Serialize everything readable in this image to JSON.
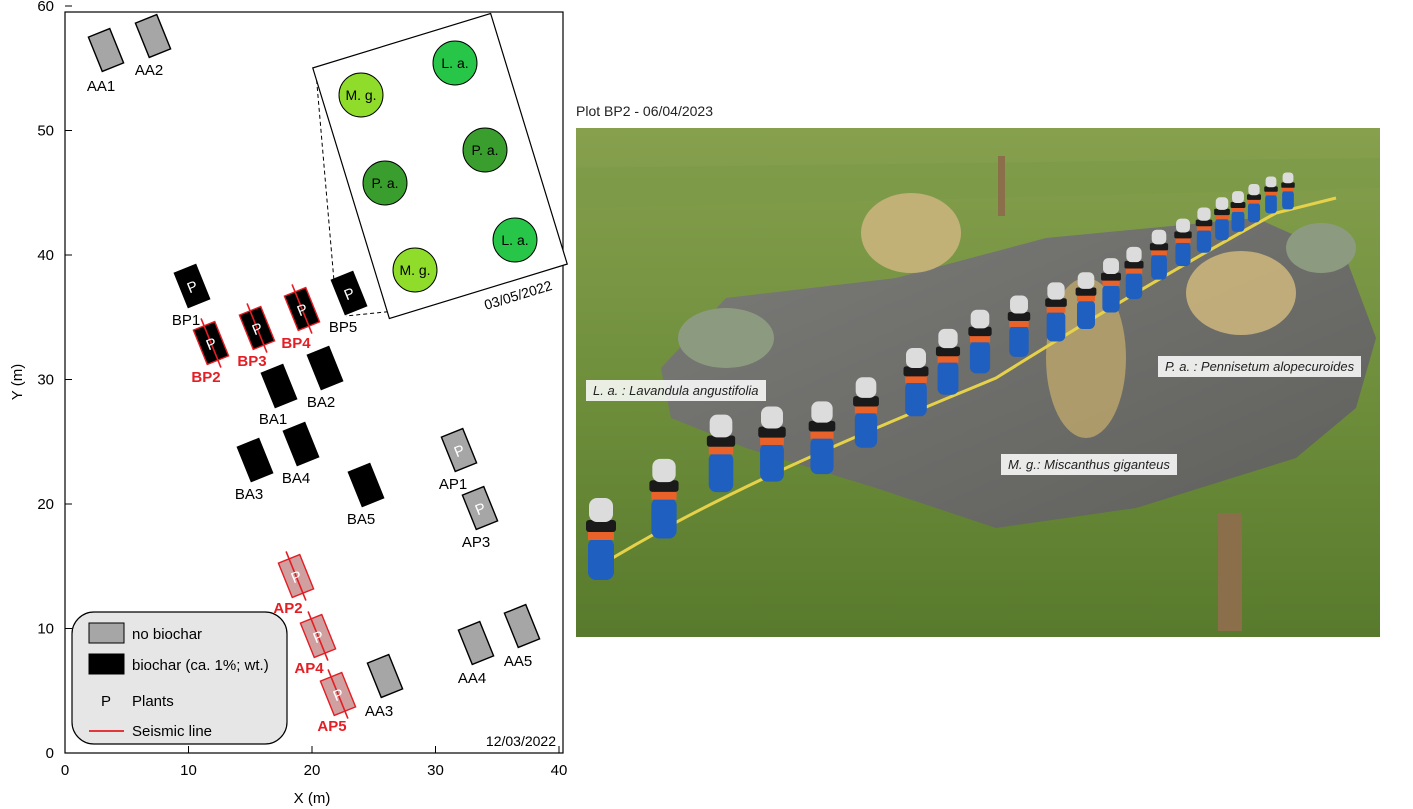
{
  "axes": {
    "x_label": "X (m)",
    "y_label": "Y (m)",
    "x_ticks": [
      "0",
      "10",
      "20",
      "30",
      "40"
    ],
    "y_ticks": [
      "0",
      "10",
      "20",
      "30",
      "40",
      "50",
      "60"
    ]
  },
  "map_date": "12/03/2022",
  "plots": [
    {
      "name": "AA1",
      "type": "no-biochar",
      "plants": false,
      "seismic": false
    },
    {
      "name": "AA2",
      "type": "no-biochar",
      "plants": false,
      "seismic": false
    },
    {
      "name": "BP1",
      "type": "biochar",
      "plants": true,
      "seismic": false
    },
    {
      "name": "BP2",
      "type": "biochar",
      "plants": true,
      "seismic": true
    },
    {
      "name": "BP3",
      "type": "biochar",
      "plants": true,
      "seismic": true
    },
    {
      "name": "BP4",
      "type": "biochar",
      "plants": true,
      "seismic": true
    },
    {
      "name": "BP5",
      "type": "biochar",
      "plants": true,
      "seismic": false
    },
    {
      "name": "BA1",
      "type": "biochar",
      "plants": false,
      "seismic": false
    },
    {
      "name": "BA2",
      "type": "biochar",
      "plants": false,
      "seismic": false
    },
    {
      "name": "BA3",
      "type": "biochar",
      "plants": false,
      "seismic": false
    },
    {
      "name": "BA4",
      "type": "biochar",
      "plants": false,
      "seismic": false
    },
    {
      "name": "BA5",
      "type": "biochar",
      "plants": false,
      "seismic": false
    },
    {
      "name": "AP1",
      "type": "no-biochar",
      "plants": true,
      "seismic": false
    },
    {
      "name": "AP3",
      "type": "no-biochar",
      "plants": true,
      "seismic": false
    },
    {
      "name": "AP2",
      "type": "no-biochar",
      "plants": true,
      "seismic": true
    },
    {
      "name": "AP4",
      "type": "no-biochar",
      "plants": true,
      "seismic": true
    },
    {
      "name": "AP5",
      "type": "no-biochar",
      "plants": true,
      "seismic": true
    },
    {
      "name": "AA3",
      "type": "no-biochar",
      "plants": false,
      "seismic": false
    },
    {
      "name": "AA4",
      "type": "no-biochar",
      "plants": false,
      "seismic": false
    },
    {
      "name": "AA5",
      "type": "no-biochar",
      "plants": false,
      "seismic": false
    }
  ],
  "plant_marker": "P",
  "inset": {
    "date": "03/05/2022",
    "plants": [
      "M. g.",
      "L. a.",
      "P. a.",
      "P. a.",
      "M. g.",
      "L. a."
    ]
  },
  "legend": {
    "items": [
      "no biochar",
      "biochar (ca. 1%; wt.)",
      "Plants",
      "Seismic line"
    ],
    "plants_symbol": "P"
  },
  "photo": {
    "title": "Plot BP2 - 06/04/2023",
    "labels": {
      "lavandula": "L. a. : Lavandula angustifolia",
      "pennisetum": "P. a. : Pennisetum alopecuroides",
      "miscanthus": "M. g.: Miscanthus giganteus"
    }
  },
  "colors": {
    "no_biochar": "#a6a6a6",
    "biochar": "#000000",
    "seismic": "#e31e24",
    "mg_plant": "#8fdc2a",
    "la_plant": "#27c548",
    "pa_plant": "#3a9e2e"
  }
}
